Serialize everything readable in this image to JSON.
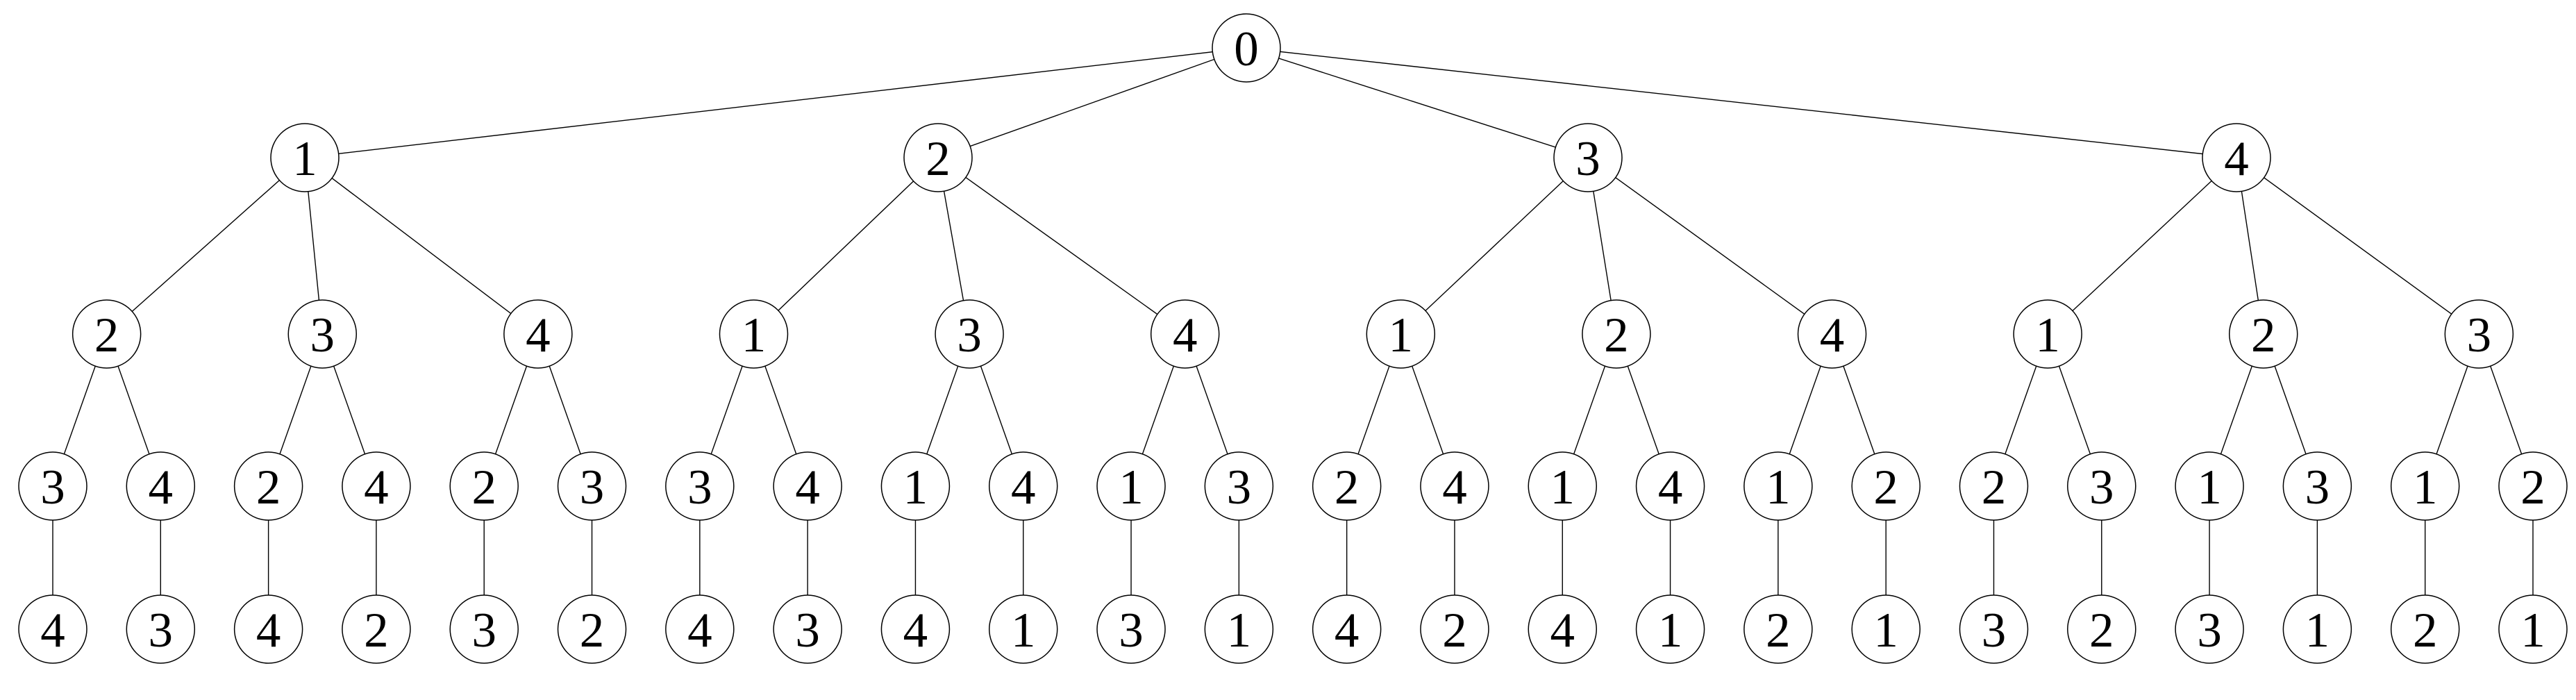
{
  "diagram": {
    "type": "tree",
    "name": "permutation-tree-of-1-2-3-4",
    "colors": {
      "background": "#ffffff",
      "node_fill": "#ffffff",
      "node_stroke": "#000000",
      "edge": "#000000",
      "label": "#000000"
    },
    "tree": {
      "label": "0",
      "children": [
        {
          "label": "1",
          "children": [
            {
              "label": "2",
              "children": [
                {
                  "label": "3",
                  "children": [
                    {
                      "label": "4",
                      "children": []
                    }
                  ]
                },
                {
                  "label": "4",
                  "children": [
                    {
                      "label": "3",
                      "children": []
                    }
                  ]
                }
              ]
            },
            {
              "label": "3",
              "children": [
                {
                  "label": "2",
                  "children": [
                    {
                      "label": "4",
                      "children": []
                    }
                  ]
                },
                {
                  "label": "4",
                  "children": [
                    {
                      "label": "2",
                      "children": []
                    }
                  ]
                }
              ]
            },
            {
              "label": "4",
              "children": [
                {
                  "label": "2",
                  "children": [
                    {
                      "label": "3",
                      "children": []
                    }
                  ]
                },
                {
                  "label": "3",
                  "children": [
                    {
                      "label": "2",
                      "children": []
                    }
                  ]
                }
              ]
            }
          ]
        },
        {
          "label": "2",
          "children": [
            {
              "label": "1",
              "children": [
                {
                  "label": "3",
                  "children": [
                    {
                      "label": "4",
                      "children": []
                    }
                  ]
                },
                {
                  "label": "4",
                  "children": [
                    {
                      "label": "3",
                      "children": []
                    }
                  ]
                }
              ]
            },
            {
              "label": "3",
              "children": [
                {
                  "label": "1",
                  "children": [
                    {
                      "label": "4",
                      "children": []
                    }
                  ]
                },
                {
                  "label": "4",
                  "children": [
                    {
                      "label": "1",
                      "children": []
                    }
                  ]
                }
              ]
            },
            {
              "label": "4",
              "children": [
                {
                  "label": "1",
                  "children": [
                    {
                      "label": "3",
                      "children": []
                    }
                  ]
                },
                {
                  "label": "3",
                  "children": [
                    {
                      "label": "1",
                      "children": []
                    }
                  ]
                }
              ]
            }
          ]
        },
        {
          "label": "3",
          "children": [
            {
              "label": "1",
              "children": [
                {
                  "label": "2",
                  "children": [
                    {
                      "label": "4",
                      "children": []
                    }
                  ]
                },
                {
                  "label": "4",
                  "children": [
                    {
                      "label": "2",
                      "children": []
                    }
                  ]
                }
              ]
            },
            {
              "label": "2",
              "children": [
                {
                  "label": "1",
                  "children": [
                    {
                      "label": "4",
                      "children": []
                    }
                  ]
                },
                {
                  "label": "4",
                  "children": [
                    {
                      "label": "1",
                      "children": []
                    }
                  ]
                }
              ]
            },
            {
              "label": "4",
              "children": [
                {
                  "label": "1",
                  "children": [
                    {
                      "label": "2",
                      "children": []
                    }
                  ]
                },
                {
                  "label": "2",
                  "children": [
                    {
                      "label": "1",
                      "children": []
                    }
                  ]
                }
              ]
            }
          ]
        },
        {
          "label": "4",
          "children": [
            {
              "label": "1",
              "children": [
                {
                  "label": "2",
                  "children": [
                    {
                      "label": "3",
                      "children": []
                    }
                  ]
                },
                {
                  "label": "3",
                  "children": [
                    {
                      "label": "2",
                      "children": []
                    }
                  ]
                }
              ]
            },
            {
              "label": "2",
              "children": [
                {
                  "label": "1",
                  "children": [
                    {
                      "label": "3",
                      "children": []
                    }
                  ]
                },
                {
                  "label": "3",
                  "children": [
                    {
                      "label": "1",
                      "children": []
                    }
                  ]
                }
              ]
            },
            {
              "label": "3",
              "children": [
                {
                  "label": "1",
                  "children": [
                    {
                      "label": "2",
                      "children": []
                    }
                  ]
                },
                {
                  "label": "2",
                  "children": [
                    {
                      "label": "1",
                      "children": []
                    }
                  ]
                }
              ]
            }
          ]
        }
      ]
    }
  }
}
